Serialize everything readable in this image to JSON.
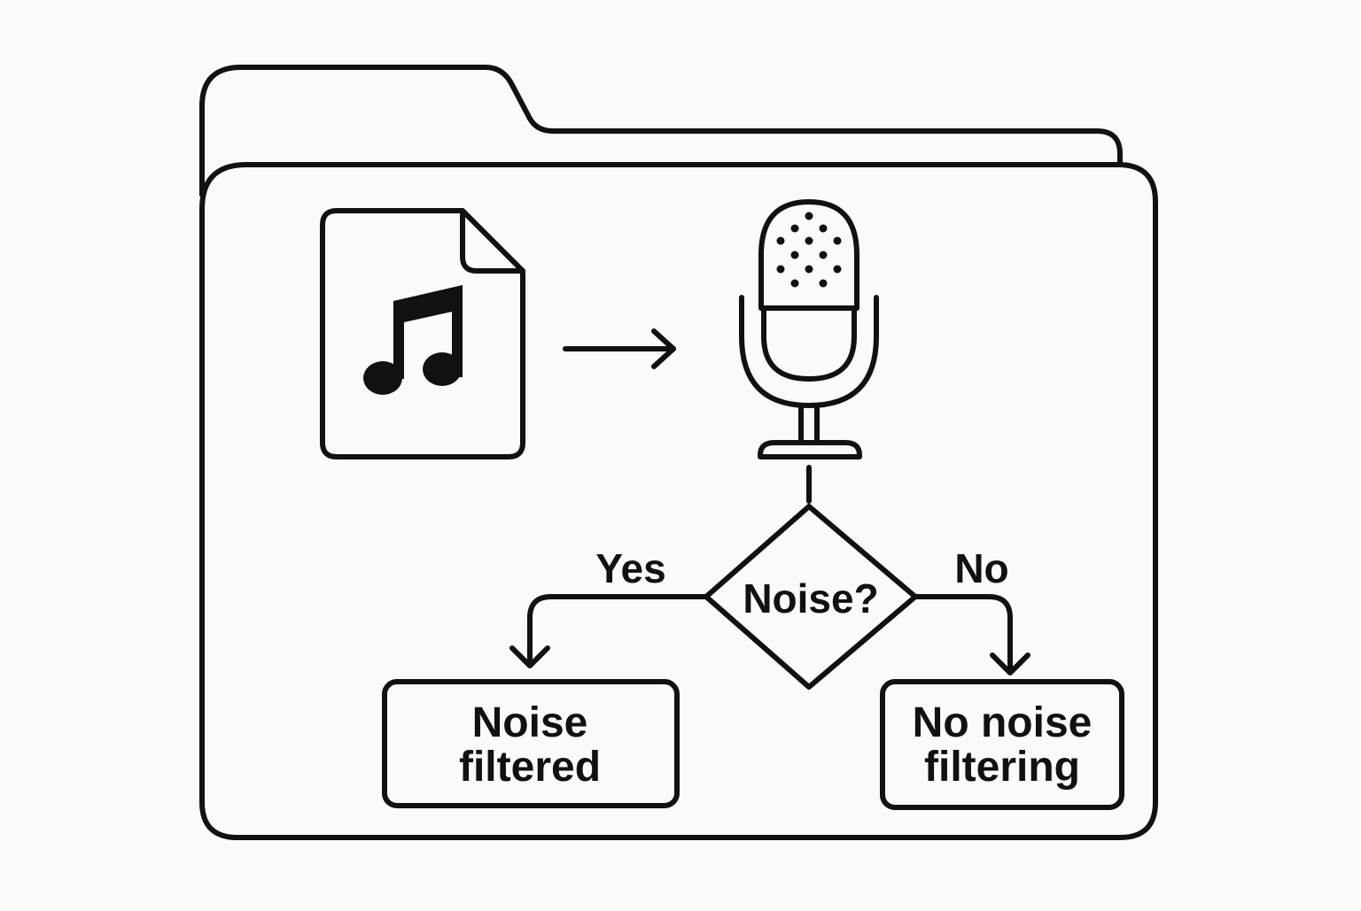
{
  "diagram": {
    "decision": {
      "label": "Noise?"
    },
    "branches": {
      "yes": {
        "label": "Yes",
        "outcome": {
          "line1": "Noise",
          "line2": "filtered"
        }
      },
      "no": {
        "label": "No",
        "outcome": {
          "line1": "No noise",
          "line2": "filtering"
        }
      }
    },
    "icons": {
      "container": "folder-icon",
      "input": "audio-file-icon",
      "process": "microphone-icon",
      "flow": "arrow-right-icon"
    },
    "colors": {
      "stroke": "#111111",
      "background": "#fbfaf6"
    }
  }
}
